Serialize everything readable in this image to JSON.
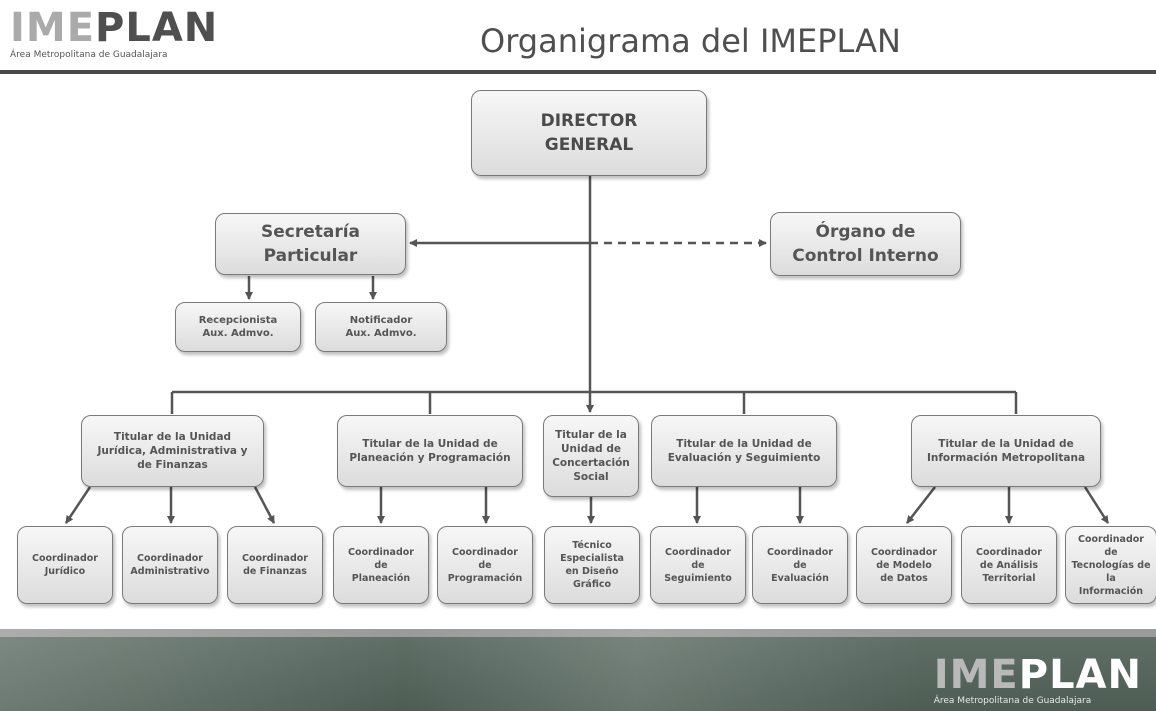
{
  "header": {
    "logo_ime": "IME",
    "logo_plan": "PLAN",
    "logo_subtitle": "Área Metropolitana de Guadalajara",
    "title": "Organigrama del IMEPLAN"
  },
  "org": {
    "director": "DIRECTOR\nGENERAL",
    "secretaria": "Secretaría\nParticular",
    "organo_control": "Órgano de\nControl Interno",
    "recepcionista": "Recepcionista\nAux. Admvo.",
    "notificador": "Notificador\nAux. Admvo.",
    "units": [
      "Titular de la Unidad\nJurídica, Administrativa y\nde Finanzas",
      "Titular de la Unidad de\nPlaneación y Programación",
      "Titular de la\nUnidad de\nConcertación\nSocial",
      "Titular de la Unidad de\nEvaluación y Seguimiento",
      "Titular de la Unidad de\nInformación Metropolitana"
    ],
    "coordinators": [
      "Coordinador\nJurídico",
      "Coordinador\nAdministrativo",
      "Coordinador\nde Finanzas",
      "Coordinador\nde\nPlaneación",
      "Coordinador\nde\nProgramación",
      "Técnico\nEspecialista\nen Diseño\nGráfico",
      "Coordinador\nde\nSeguimiento",
      "Coordinador\nde\nEvaluación",
      "Coordinador\nde Modelo\nde Datos",
      "Coordinador\nde Análisis\nTerritorial",
      "Coordinador de\nTecnologías de la\nInformación"
    ]
  },
  "footer": {
    "logo_ime": "IME",
    "logo_plan": "PLAN",
    "logo_subtitle": "Área Metropolitana de Guadalajara"
  },
  "colors": {
    "box_border": "#7a7a7a",
    "box_fill_top": "#f7f7f7",
    "box_fill_bottom": "#dcdcdc",
    "connector": "#555555",
    "footer_band": "#4d5d54"
  }
}
